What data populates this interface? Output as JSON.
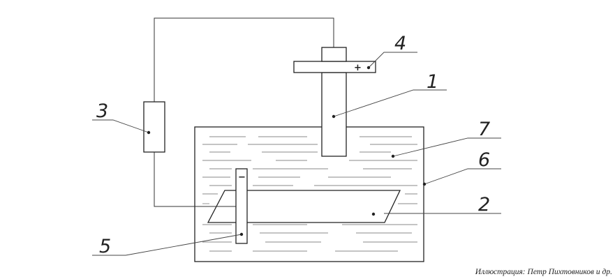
{
  "labels": {
    "l1": "1",
    "l2": "2",
    "l3": "3",
    "l4": "4",
    "l5": "5",
    "l6": "6",
    "l7": "7"
  },
  "signs": {
    "plus": "+",
    "minus": "−"
  },
  "credit": "Иллюстрация: Петр Пихтовников и др."
}
